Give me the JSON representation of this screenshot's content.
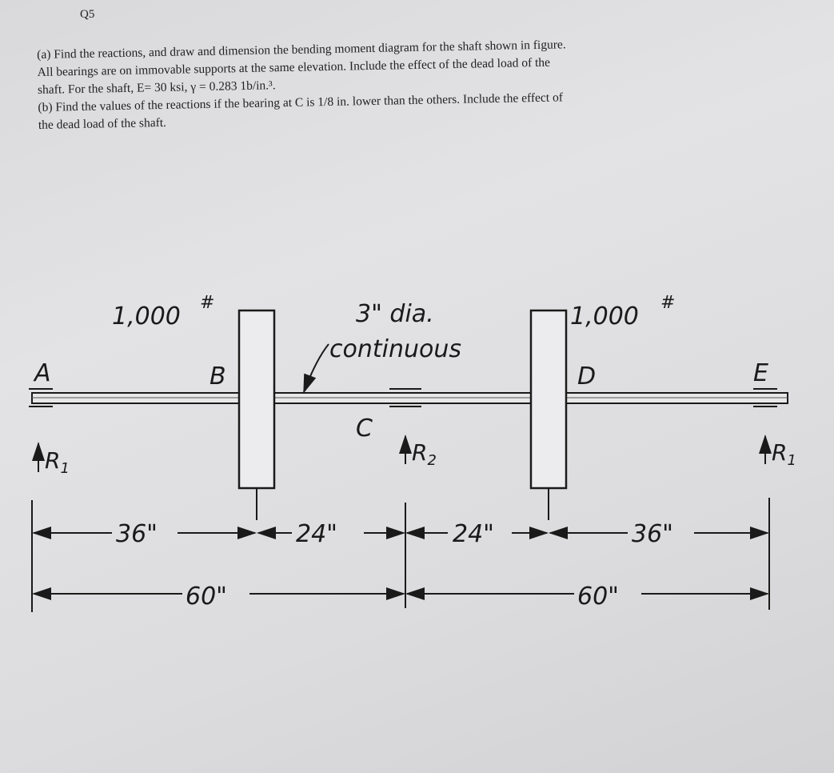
{
  "question_number": "Q5",
  "problem": {
    "part_a_line1": "(a) Find the reactions, and draw and dimension the bending moment diagram for the shaft shown in figure.",
    "part_a_line2": "All bearings are on immovable supports at the same elevation. Include the effect of the dead load of the",
    "part_a_line3": "shaft. For the shaft, E= 30 ksi, γ = 0.283 1b/in.³.",
    "part_b_line1": "(b) Find the values of the reactions if the bearing at C is 1/8 in. lower than the others. Include the effect of",
    "part_b_line2": "the dead load of the shaft."
  },
  "diagram": {
    "load_left": "1,000",
    "load_right": "1,000",
    "load_unit": "#",
    "shaft_note_line1": "3\" dia.",
    "shaft_note_line2": "continuous",
    "label_a": "A",
    "label_b": "B",
    "label_c": "C",
    "label_d": "D",
    "label_e": "E",
    "reaction_left": "R",
    "reaction_left_sub": "1",
    "reaction_center": "R",
    "reaction_center_sub": "2",
    "reaction_right": "R",
    "reaction_right_sub": "1",
    "dim_ab": "36\"",
    "dim_bc": "24\"",
    "dim_cd": "24\"",
    "dim_de": "36\"",
    "dim_ac": "60\"",
    "dim_ce": "60\""
  }
}
